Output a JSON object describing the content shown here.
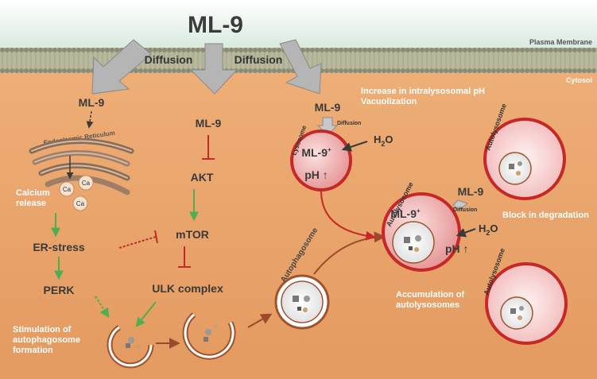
{
  "title": "ML-9",
  "membrane": {
    "label": "Plasma Membrane",
    "cytosol_label": "Cytosol",
    "diffusion_left": "Diffusion",
    "diffusion_right": "Diffusion"
  },
  "left_path": {
    "ml9": "ML-9",
    "er_label": "Endoplasmic Reticulum",
    "calcium_release": [
      "Calcium",
      "release"
    ],
    "ca_ion": "Ca",
    "er_stress": "ER-stress",
    "perk": "PERK",
    "stimulation": [
      "Stimulation of",
      "autophagosome",
      "formation"
    ]
  },
  "middle_path": {
    "ml9": "ML-9",
    "akt": "AKT",
    "mtor": "mTOR",
    "ulk": "ULK complex"
  },
  "right_path": {
    "increase_text": [
      "Increase in intralysosomal pH",
      "Vacuolization"
    ],
    "ml9": "ML-9",
    "lysosome": "Lysosome",
    "diffusion": "Diffusion",
    "ml9_plus": "ML-9",
    "plus_sup": "+",
    "ph": "pH",
    "h2o": "H",
    "h2o_sub": "2",
    "h2o_o": "O",
    "autophagosome": "Autophagosome",
    "autolysosome": "Autolysosome",
    "ml9_auto": "ML-9",
    "diffusion_auto": "Diffusion",
    "block": "Block in degradation",
    "accumulation": [
      "Accumulation of",
      "autolysosomes"
    ]
  },
  "colors": {
    "background": "#e8a36c",
    "membrane_band": "#9a9a80",
    "inhibit": "#c62828",
    "activate": "#4caf50",
    "lysosome": "#e9a3a3",
    "lysosome_border": "#c62828",
    "flow": "#9c4a2a"
  }
}
